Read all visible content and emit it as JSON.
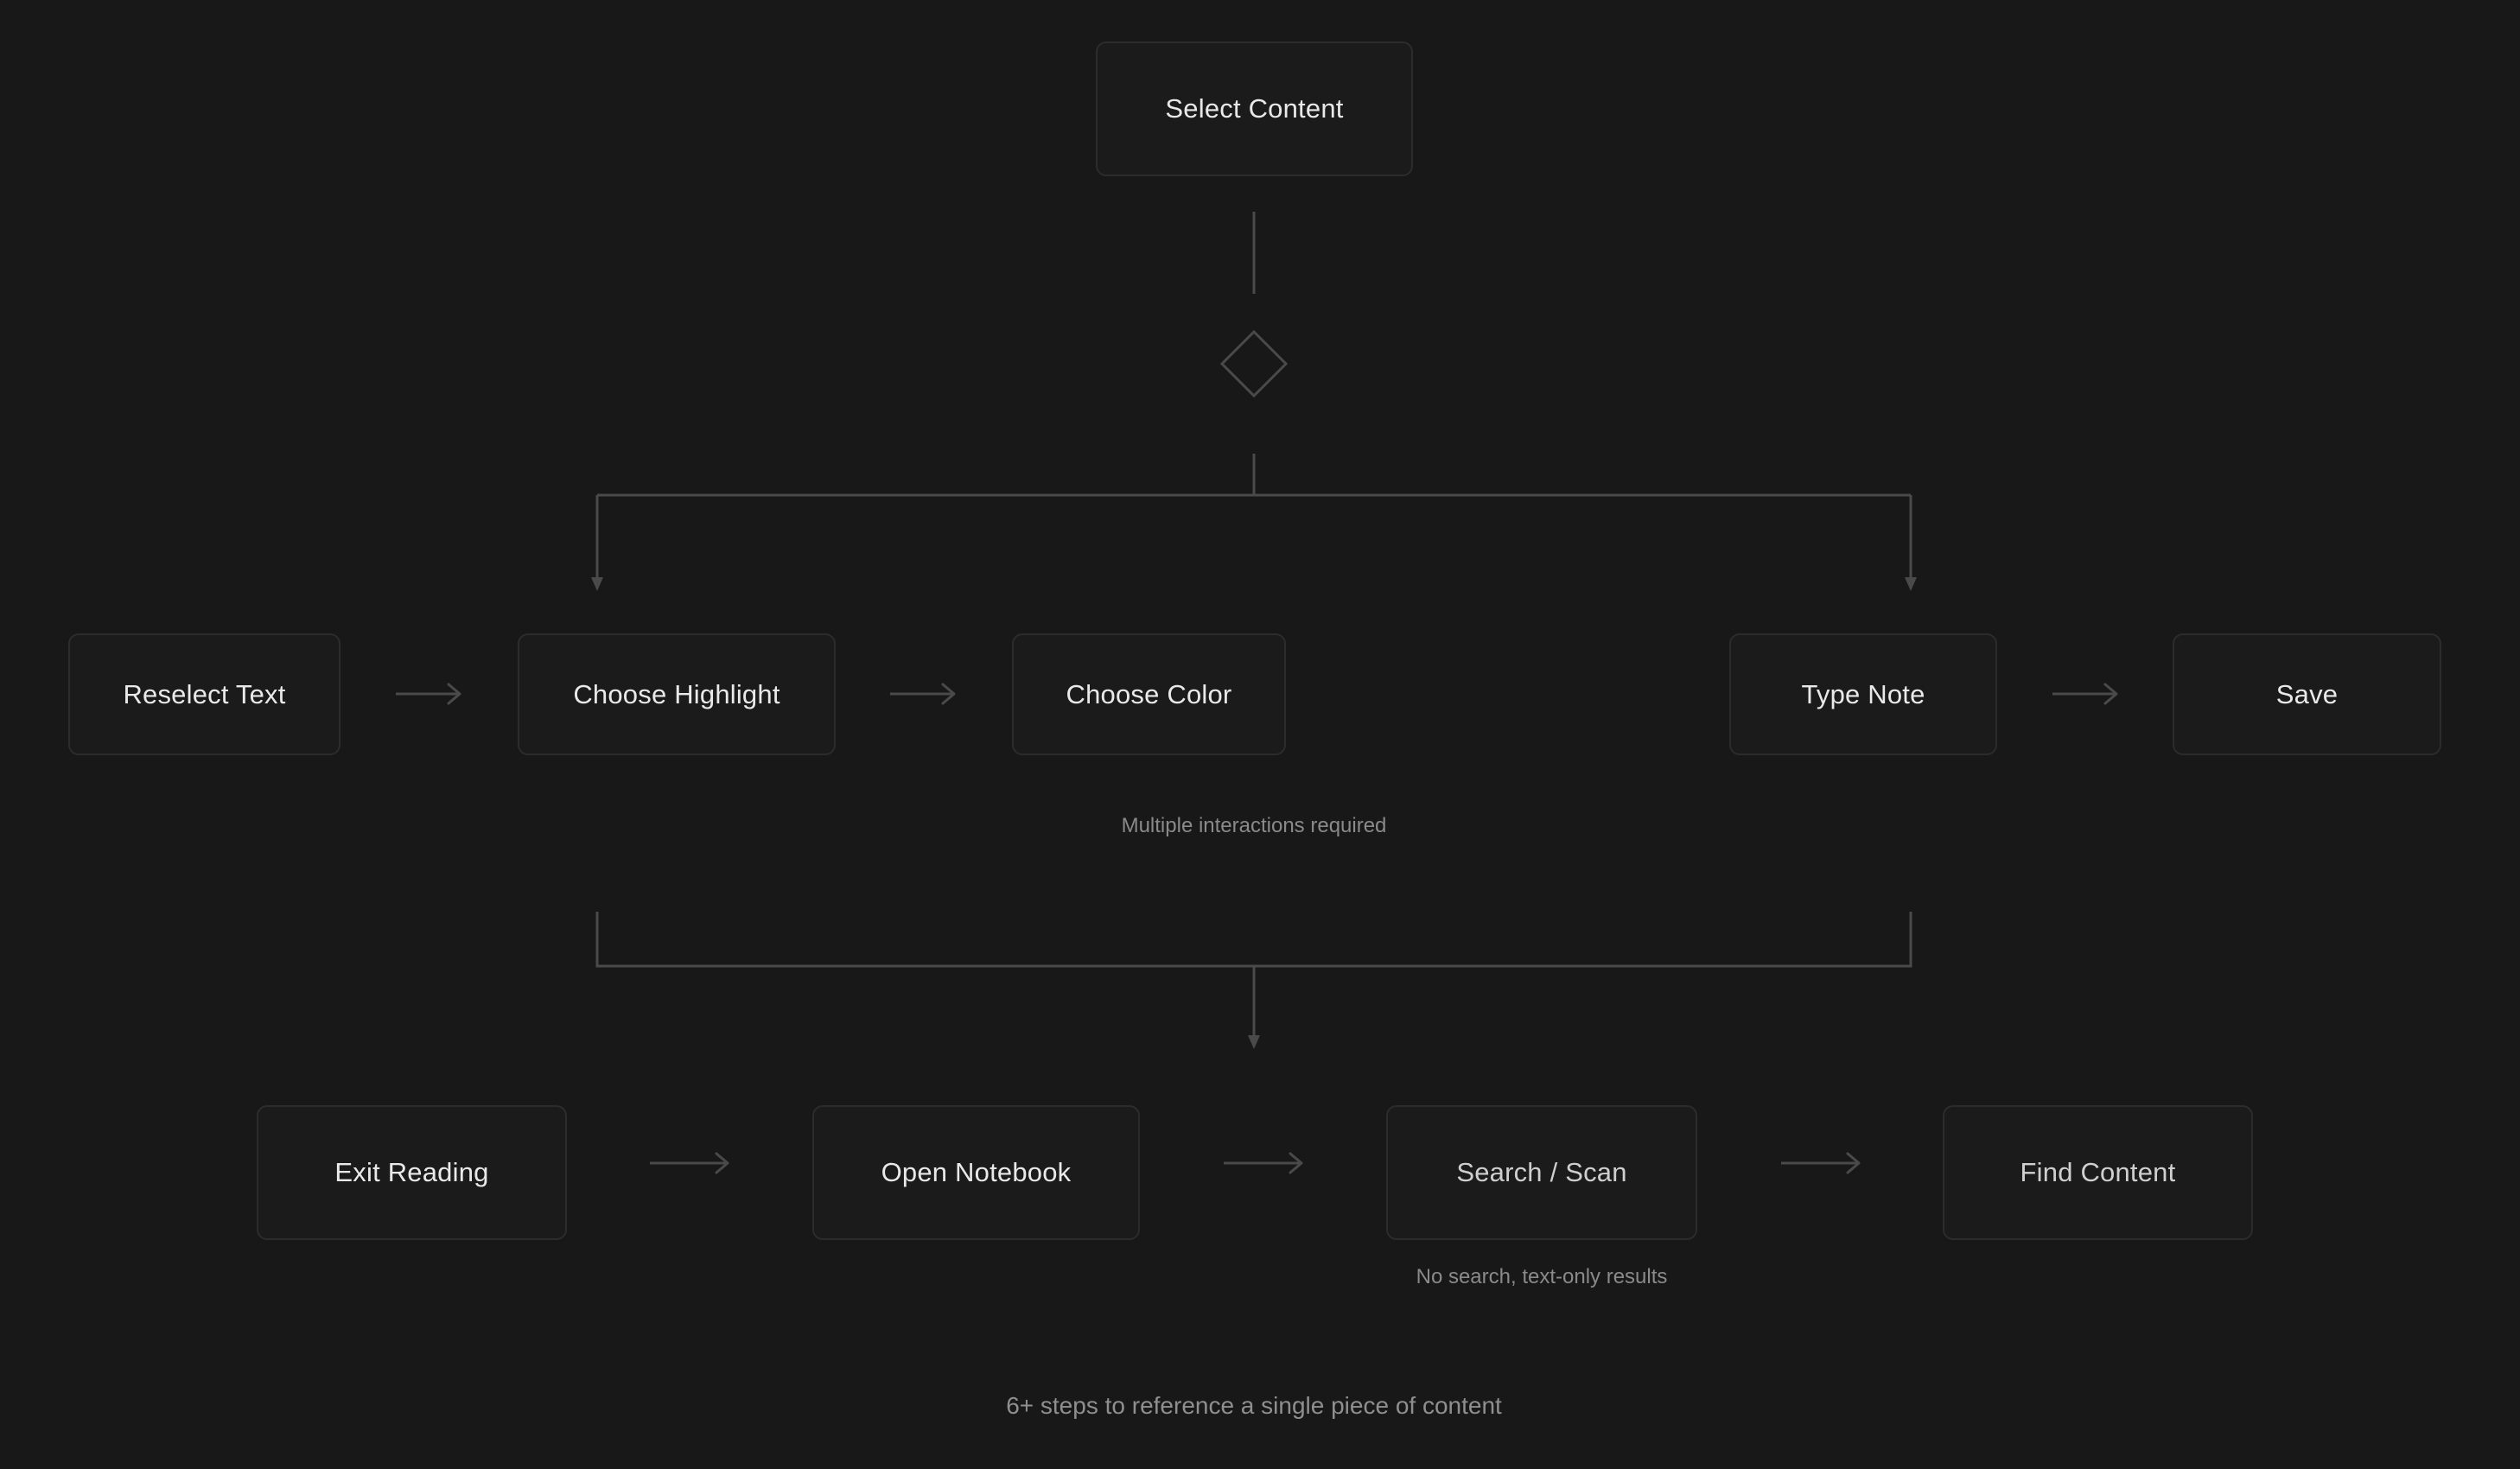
{
  "nodes": {
    "select_content": "Select Content",
    "reselect_text": "Reselect Text",
    "choose_highlight": "Choose Highlight",
    "choose_color": "Choose Color",
    "type_note": "Type Note",
    "save": "Save",
    "exit_reading": "Exit Reading",
    "open_notebook": "Open Notebook",
    "search_scan": "Search / Scan",
    "find_content": "Find Content"
  },
  "notes": {
    "interactions": "Multiple interactions required",
    "search": "No search, text-only results"
  },
  "footer": "6+ steps to reference a single piece of content",
  "colors": {
    "background": "#181818",
    "node_fill": "#1b1b1b",
    "node_border": "#2c2c2c",
    "connector": "#4a4a4a",
    "text": "#e9e9e9",
    "muted_text": "#8a8a8a"
  }
}
